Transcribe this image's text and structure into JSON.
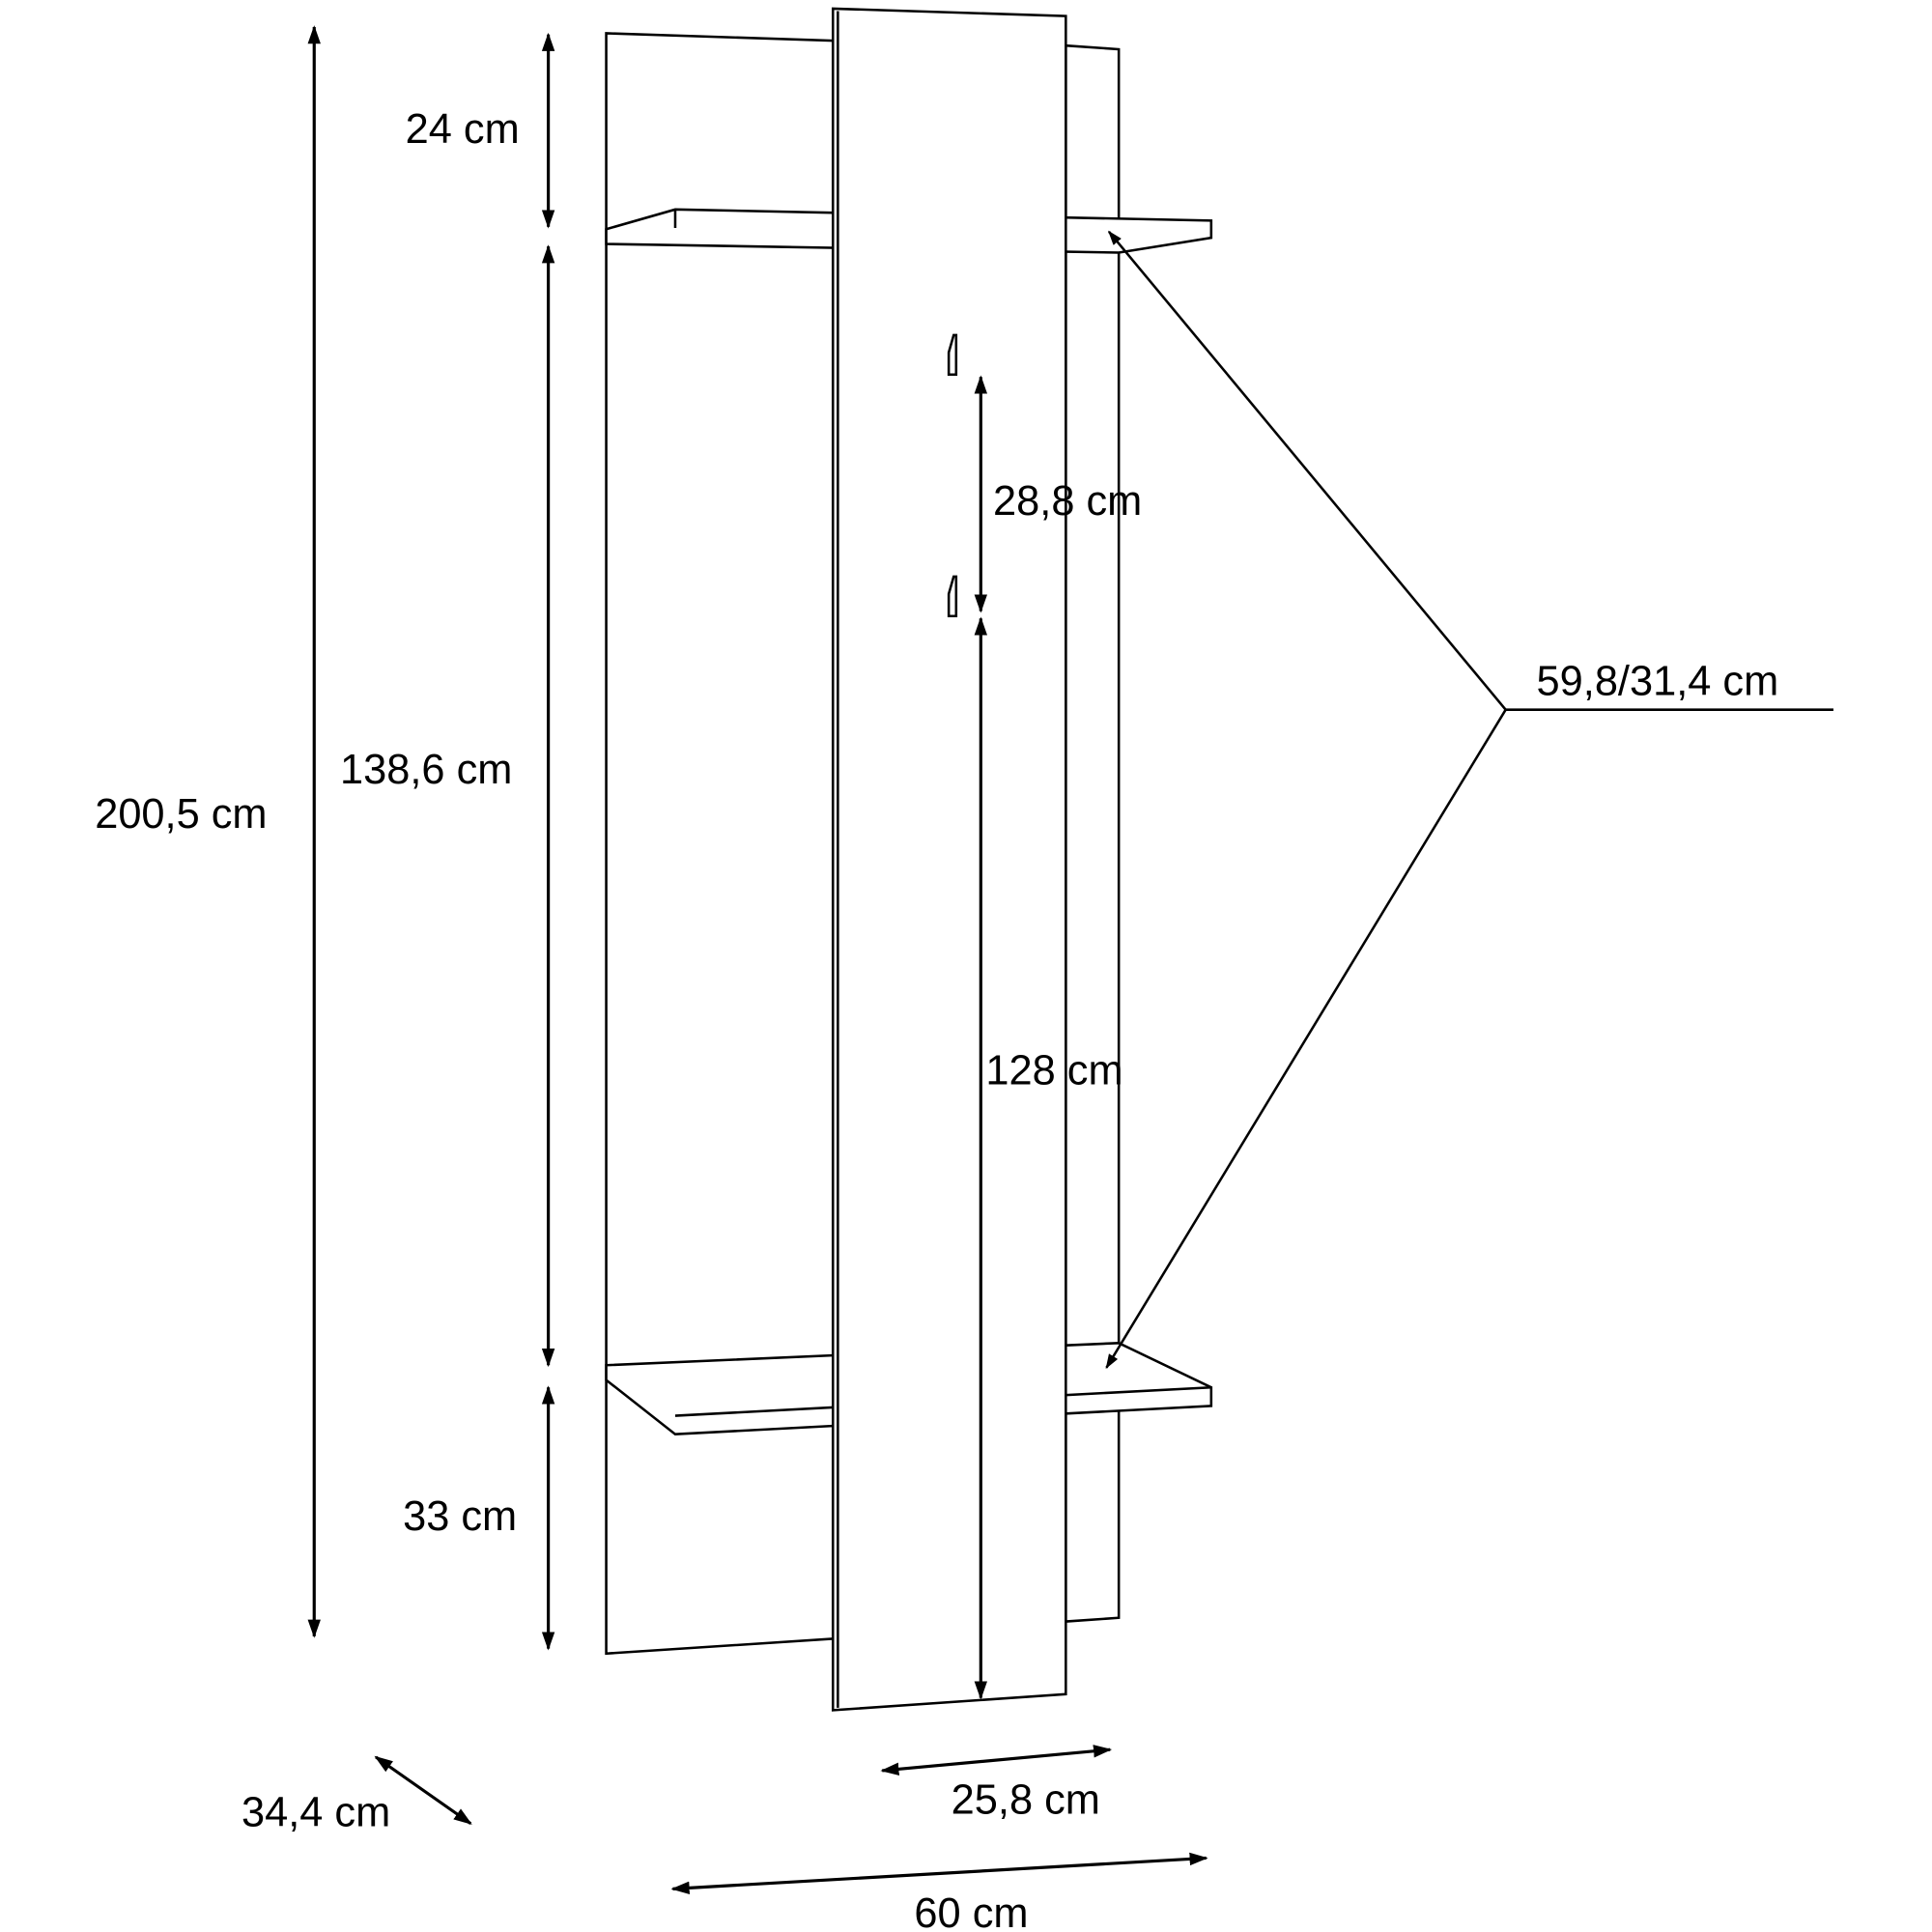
{
  "dimensions": {
    "total_height": "200,5 cm",
    "top_gap": "24 cm",
    "middle_height": "138,6 cm",
    "bottom_gap": "33 cm",
    "hook_spacing": "28,8 cm",
    "hook_height": "128 cm",
    "shelf_width": "59,8/31,4 cm",
    "depth": "34,4 cm",
    "panel_width": "25,8 cm",
    "total_width": "60 cm"
  },
  "colors": {
    "line": "#000000",
    "background": "#ffffff"
  }
}
